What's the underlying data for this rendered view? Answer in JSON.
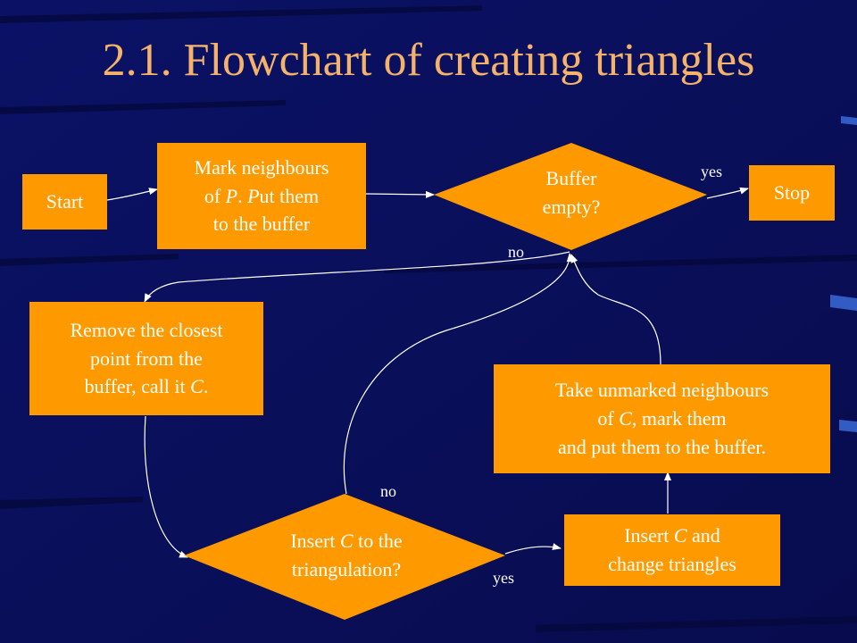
{
  "slide": {
    "title": "2.1. Flowchart of creating triangles"
  },
  "colors": {
    "background": "#0a0f5c",
    "box_fill": "#ff9900",
    "title": "#f4b26b",
    "text": "#ffffff",
    "arrow": "#ffffff"
  },
  "nodes": {
    "start": {
      "lines": [
        "Start"
      ]
    },
    "mark": {
      "lines": [
        "Mark neighbours",
        "of *P*. *P*ut them",
        "to the buffer"
      ]
    },
    "buffer": {
      "lines": [
        "Buffer",
        "empty?"
      ]
    },
    "stop": {
      "lines": [
        "Stop"
      ]
    },
    "remove": {
      "lines": [
        "Remove the closest",
        "point from the",
        "buffer,  call it *C*."
      ]
    },
    "take": {
      "lines": [
        "Take unmarked neighbours",
        "of *C*, mark them",
        "and put them to the buffer."
      ]
    },
    "insert_q": {
      "lines": [
        "Insert *C* to the",
        "triangulation?"
      ]
    },
    "insert": {
      "lines": [
        "Insert *C* and",
        "change triangles"
      ]
    }
  },
  "edge_labels": {
    "buffer_yes": "yes",
    "buffer_no": "no",
    "insert_no": "no",
    "insert_yes": "yes"
  }
}
